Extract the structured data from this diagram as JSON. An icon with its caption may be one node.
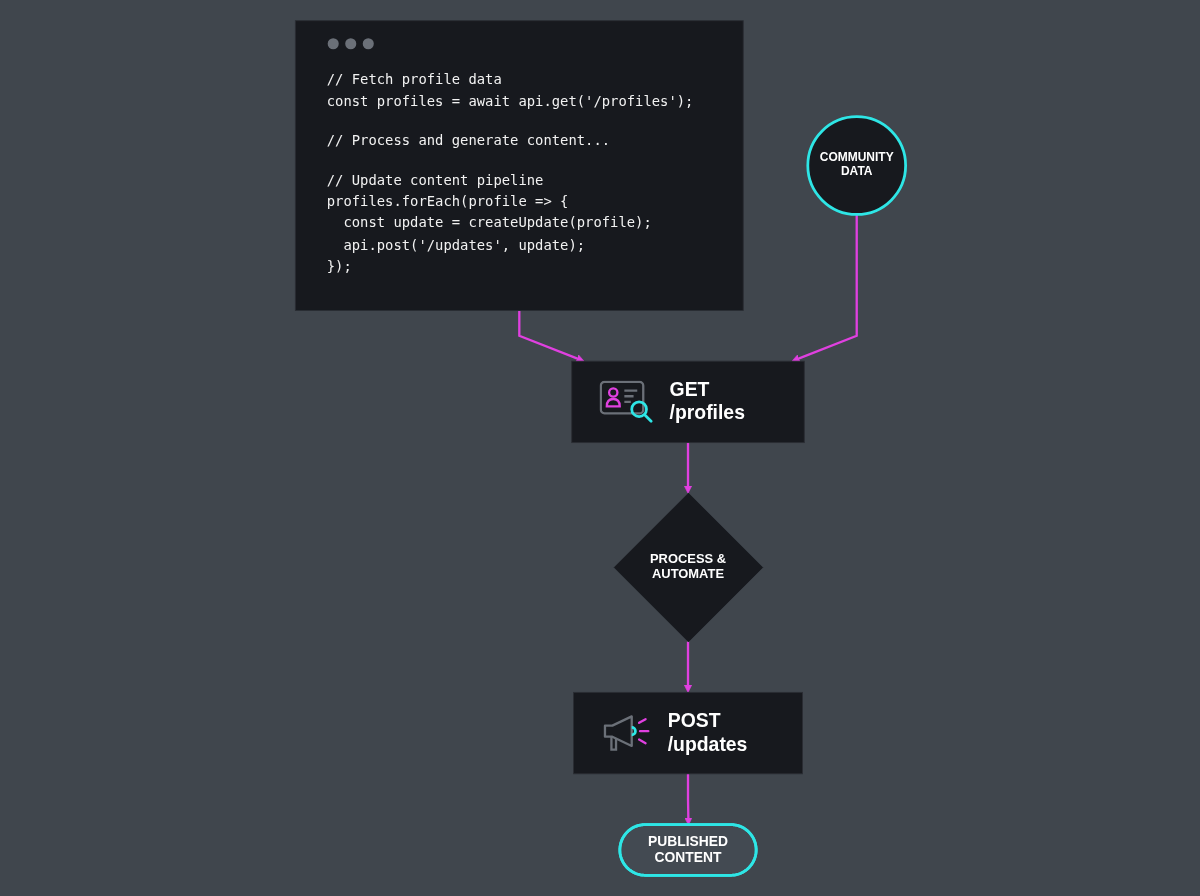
{
  "diagram": {
    "nodes": [
      {
        "text": [
          "COMMUNITY DATA"
        ]
      },
      {
        "text": [
          "// Fetch profile data",
          "const profiles = await api.get('/profiles');",
          "// Process and generate content...",
          "// Update content pipeline",
          "profiles.forEach(profile => {",
          "  const update = createUpdate(profile);",
          "  api.post('/updates', update);",
          "});"
        ]
      },
      {
        "text": [
          "GET /profiles"
        ]
      },
      {
        "text": [
          "PROCESS & AUTOMATE"
        ]
      },
      {
        "text": [
          "POST /updates"
        ]
      },
      {
        "text": [
          "PUBLISHED CONTENT"
        ]
      }
    ],
    "edges": [
      {
        "from": 1,
        "to": 2,
        "arrow": "to"
      },
      {
        "from": 0,
        "to": 2,
        "arrow": "to"
      },
      {
        "from": 2,
        "to": 3,
        "arrow": "to"
      },
      {
        "from": 3,
        "to": 4,
        "arrow": "to"
      },
      {
        "from": 4,
        "to": 5,
        "arrow": "to"
      }
    ]
  }
}
